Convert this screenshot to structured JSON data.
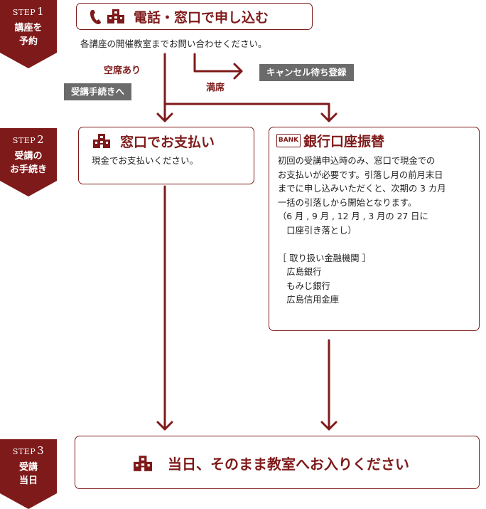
{
  "step1": {
    "step": "STEP",
    "num": "1",
    "line1": "講座を",
    "line2": "予約"
  },
  "step2": {
    "step": "STEP",
    "num": "2",
    "line1": "受講の",
    "line2": "お手続き"
  },
  "step3": {
    "step": "STEP",
    "num": "3",
    "line1": "受講",
    "line2": "当日"
  },
  "apply": {
    "title": "電話・窓口で申し込む",
    "note": "各講座の開催教室までお問い合わせください。"
  },
  "branch": {
    "available": "空席あり",
    "procedure": "受講手続きへ",
    "full": "満席",
    "waitlist": "キャンセル待ち登録"
  },
  "counter": {
    "title": "窓口でお支払い",
    "text": "現金でお支払いください。"
  },
  "bank": {
    "badge": "BANK",
    "title": "銀行口座振替",
    "text": "初回の受講申込時のみ、窓口で現金での\nお支払いが必要です。引落し月の前月末日\nまでに申し込みいただくと、次期の 3 カ月\n一括の引落しから開始となります。\n（6 月 , 9 月 , 12 月 , 3 月の 27 日に\n　口座引き落とし）\n\n［ 取り扱い金融機関 ］\n　広島銀行\n　もみじ銀行\n　広島信用金庫"
  },
  "final": {
    "text": "当日、そのまま教室へお入りください"
  },
  "colors": {
    "accent": "#7f1a1a",
    "tag": "#6b6b6b"
  },
  "icons": [
    "phone-icon",
    "building-icon",
    "bank-icon"
  ]
}
